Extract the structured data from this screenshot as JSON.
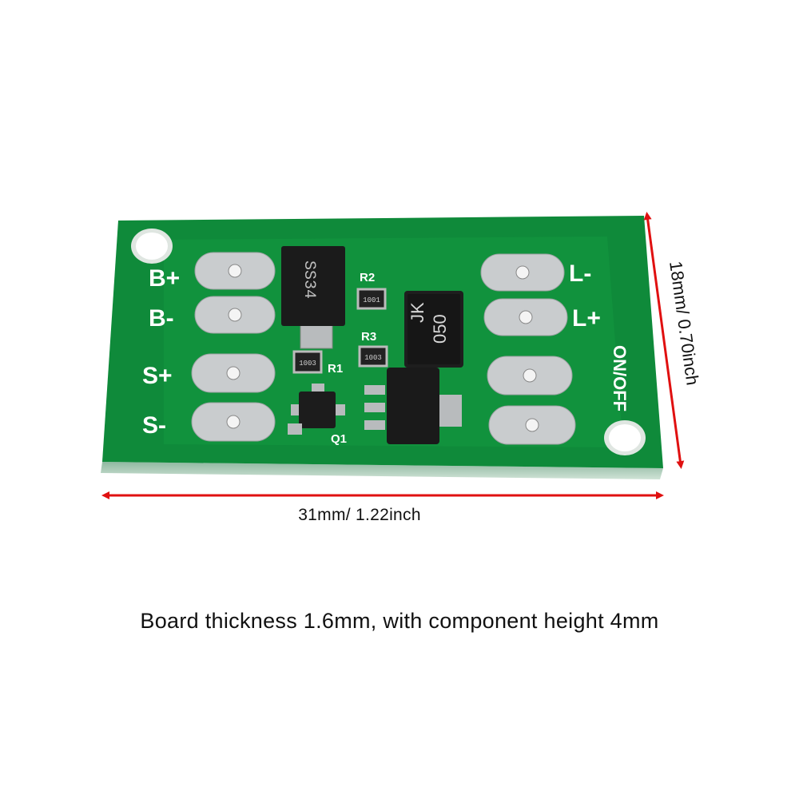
{
  "board": {
    "pcb_color": "#0f8a3a",
    "pad_color": "#c9ccce",
    "pads_left": [
      "B+",
      "B-",
      "S+",
      "S-"
    ],
    "pads_right": [
      "L-",
      "L+"
    ],
    "switch_label": "ON/OFF",
    "components": {
      "diode": "SS34",
      "fuse_top": "JK",
      "fuse_bottom": "050",
      "resistors": [
        "R2",
        "R3",
        "R1"
      ],
      "resistor_codes": [
        "1001",
        "1003",
        "1003"
      ],
      "transistor": "Q1"
    }
  },
  "dimensions": {
    "width_label": "31mm/ 1.22inch",
    "height_label": "18mm/ 0.70inch",
    "arrow_color": "#e01010"
  },
  "caption": "Board thickness 1.6mm, with component height 4mm"
}
